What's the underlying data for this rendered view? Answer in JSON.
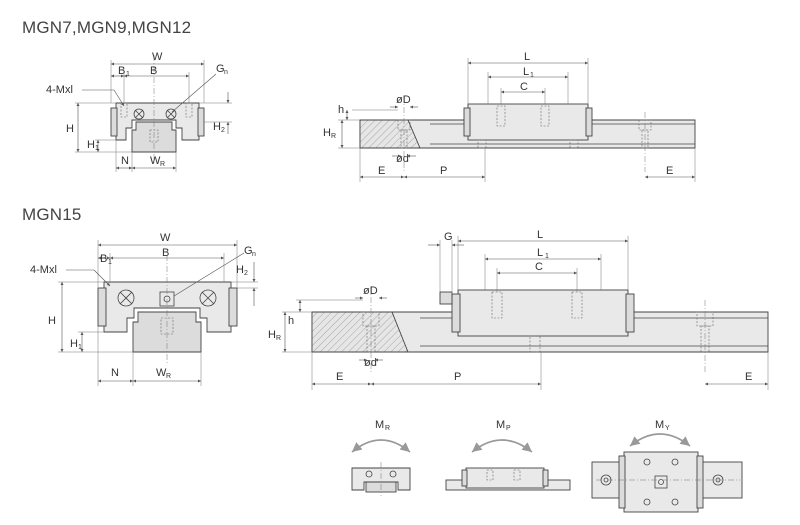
{
  "titles": {
    "small_series": "MGN7,MGN9,MGN12",
    "large_series": "MGN15"
  },
  "labels": {
    "W": "W",
    "B": "B",
    "B1": "B",
    "B1_sub": "1",
    "Gn": "G",
    "Gn_sub": "n",
    "M": "4-Mxl",
    "H": "H",
    "H1": "H",
    "H1_sub": "1",
    "H2": "H",
    "H2_sub": "2",
    "N": "N",
    "WR": "W",
    "WR_sub": "R",
    "L": "L",
    "L1": "L",
    "L1_sub": "1",
    "C": "C",
    "h": "h",
    "HR": "H",
    "HR_sub": "R",
    "D": "øD",
    "d": "ød",
    "E": "E",
    "P": "P",
    "G": "G"
  },
  "moments": {
    "MR": "M",
    "MR_sub": "R",
    "MP": "M",
    "MP_sub": "P",
    "MY": "M",
    "MY_sub": "Y"
  }
}
